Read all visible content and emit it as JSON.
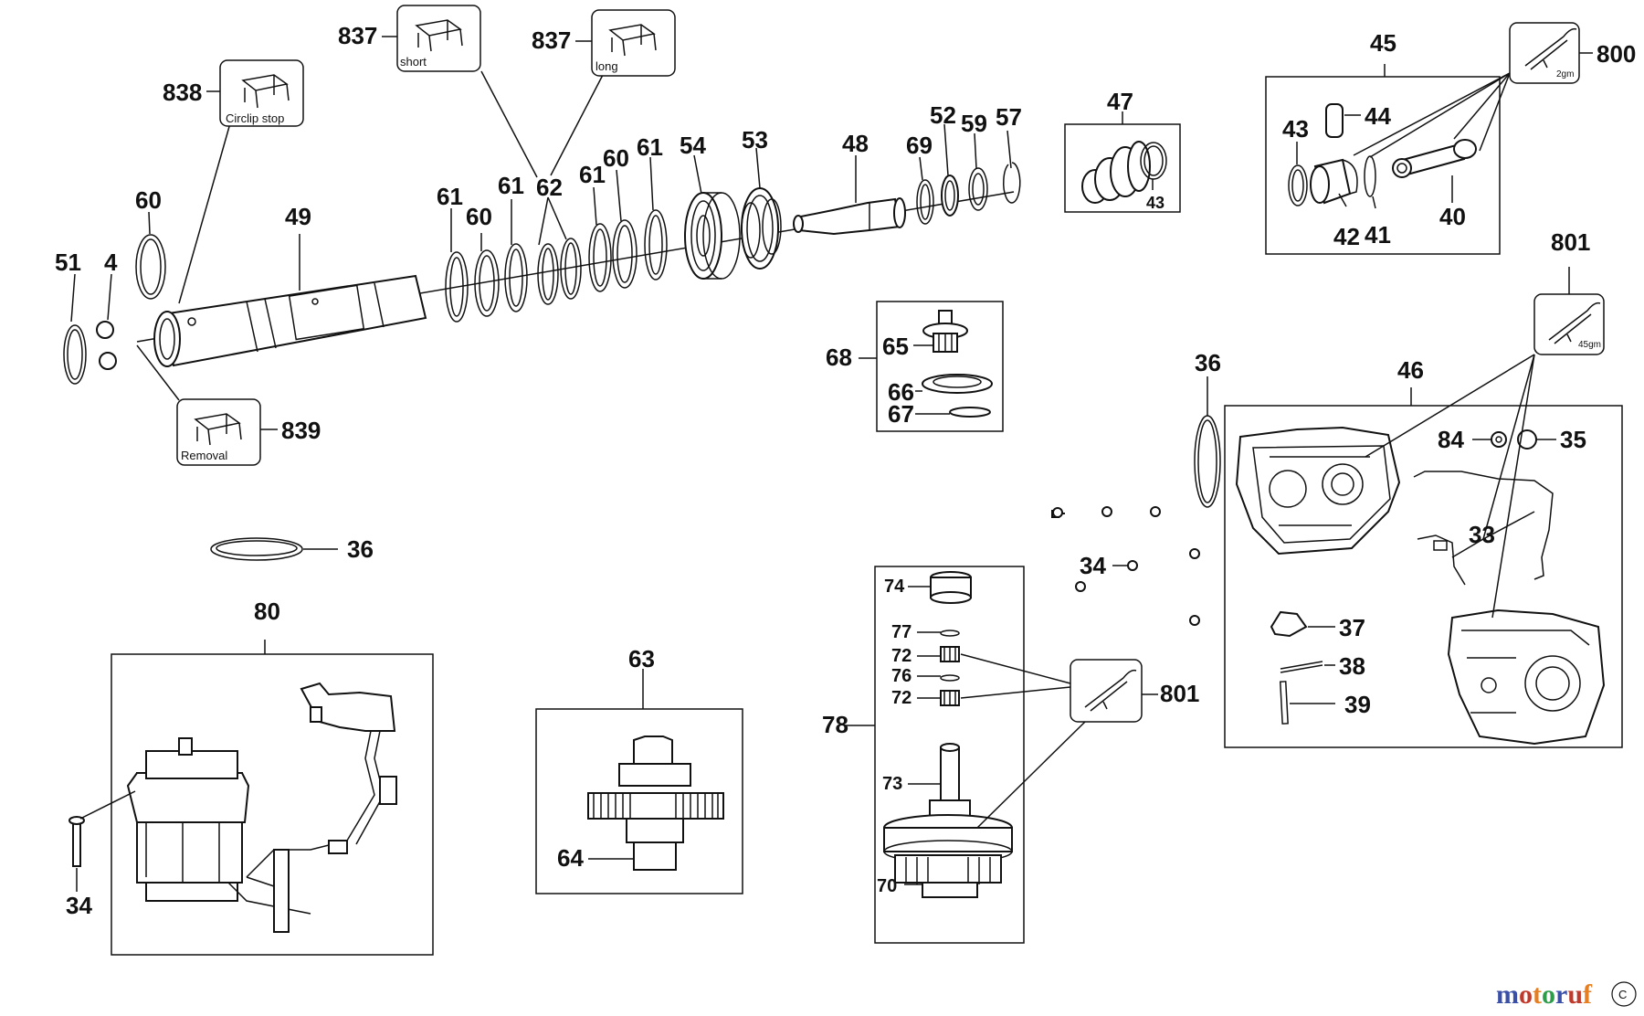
{
  "parts": {
    "p837a": "837",
    "p837b": "837",
    "p838": "838",
    "p839": "839",
    "p60a": "60",
    "p51": "51",
    "p4": "4",
    "p49": "49",
    "p61a": "61",
    "p60b": "60",
    "p61b": "61",
    "p62": "62",
    "p61c": "61",
    "p60c": "60",
    "p61d": "61",
    "p54": "54",
    "p53": "53",
    "p48": "48",
    "p69": "69",
    "p52": "52",
    "p59": "59",
    "p57": "57",
    "p47": "47",
    "p43a": "43",
    "p45": "45",
    "p43b": "43",
    "p44": "44",
    "p42": "42",
    "p41": "41",
    "p40": "40",
    "p800": "800",
    "p801a": "801",
    "p68": "68",
    "p65": "65",
    "p66": "66",
    "p67": "67",
    "p36a": "36",
    "p36b": "36",
    "p46": "46",
    "p84": "84",
    "p35": "35",
    "p33": "33",
    "p34a": "34",
    "p37": "37",
    "p38": "38",
    "p39": "39",
    "p80": "80",
    "p34b": "34",
    "p63": "63",
    "p64": "64",
    "p78": "78",
    "p74": "74",
    "p77": "77",
    "p72a": "72",
    "p76": "76",
    "p72b": "72",
    "p73": "73",
    "p70": "70",
    "p801b": "801"
  },
  "captions": {
    "short": "short",
    "long": "long",
    "circlip_stop": "Circlip stop",
    "removal": "Removal",
    "grease_2": "2gm",
    "grease_45": "45gm"
  },
  "watermark": {
    "text": "motoruf",
    "corner_mark": "C",
    "colors": [
      "#3a4fa8",
      "#c0392b",
      "#e67e22",
      "#2e9d4a"
    ]
  }
}
